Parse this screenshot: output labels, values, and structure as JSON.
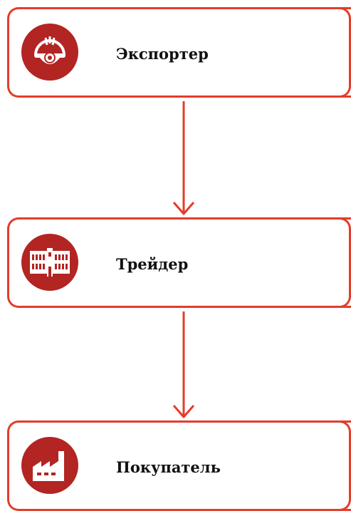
{
  "diagram": {
    "nodes": [
      {
        "label": "Экспортер",
        "icon": "hard-hat-icon"
      },
      {
        "label": "Трейдер",
        "icon": "office-building-icon"
      },
      {
        "label": "Покупатель",
        "icon": "factory-icon"
      }
    ],
    "edges": [
      {
        "from": 0,
        "to": 1
      },
      {
        "from": 1,
        "to": 2
      }
    ],
    "colors": {
      "border": "#e33d2a",
      "icon_background": "#b22522",
      "arrow": "#e33d2a",
      "text": "#111111"
    }
  }
}
